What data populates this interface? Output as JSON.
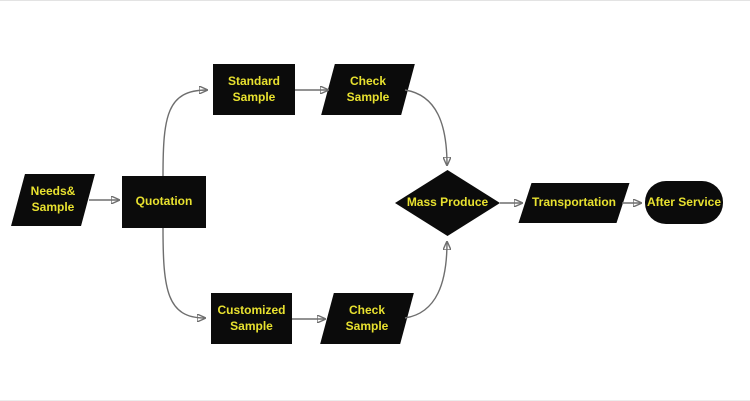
{
  "diagram": {
    "type": "flowchart",
    "colors": {
      "background": "#ffffff",
      "shape_fill": "#0b0b0b",
      "label_color": "#e8e12f",
      "connector_color": "#6e6e6e",
      "arrowhead_color": "#111111"
    },
    "nodes": {
      "needs_sample": {
        "label": "Needs&\nSample",
        "shape": "parallelogram"
      },
      "quotation": {
        "label": "Quotation",
        "shape": "process"
      },
      "standard_sample": {
        "label": "Standard\nSample",
        "shape": "process"
      },
      "check_sample_top": {
        "label": "Check\nSample",
        "shape": "parallelogram"
      },
      "customized_sample": {
        "label": "Customized\nSample",
        "shape": "process"
      },
      "check_sample_bottom": {
        "label": "Check\nSample",
        "shape": "parallelogram"
      },
      "mass_produce": {
        "label": "Mass Produce",
        "shape": "decision"
      },
      "transportation": {
        "label": "Transportation",
        "shape": "parallelogram"
      },
      "after_service": {
        "label": "After Service",
        "shape": "terminator"
      }
    },
    "edges": [
      {
        "from": "needs_sample",
        "to": "quotation"
      },
      {
        "from": "quotation",
        "to": "standard_sample"
      },
      {
        "from": "quotation",
        "to": "customized_sample"
      },
      {
        "from": "standard_sample",
        "to": "check_sample_top"
      },
      {
        "from": "customized_sample",
        "to": "check_sample_bottom"
      },
      {
        "from": "check_sample_top",
        "to": "mass_produce"
      },
      {
        "from": "check_sample_bottom",
        "to": "mass_produce"
      },
      {
        "from": "mass_produce",
        "to": "transportation"
      },
      {
        "from": "transportation",
        "to": "after_service"
      }
    ]
  }
}
